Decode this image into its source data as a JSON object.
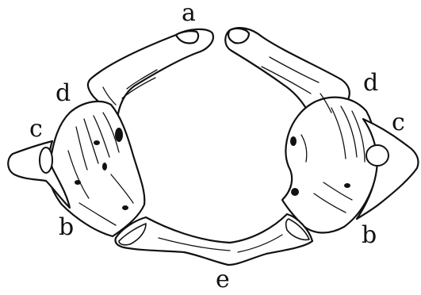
{
  "labels": {
    "a": "a",
    "d_left": "d",
    "d_right": "d",
    "c_left": "c",
    "c_right": "c",
    "b_left": "b",
    "b_right": "b",
    "e": "e"
  },
  "colors": {
    "ink": "#111111",
    "paper": "#ffffff"
  }
}
